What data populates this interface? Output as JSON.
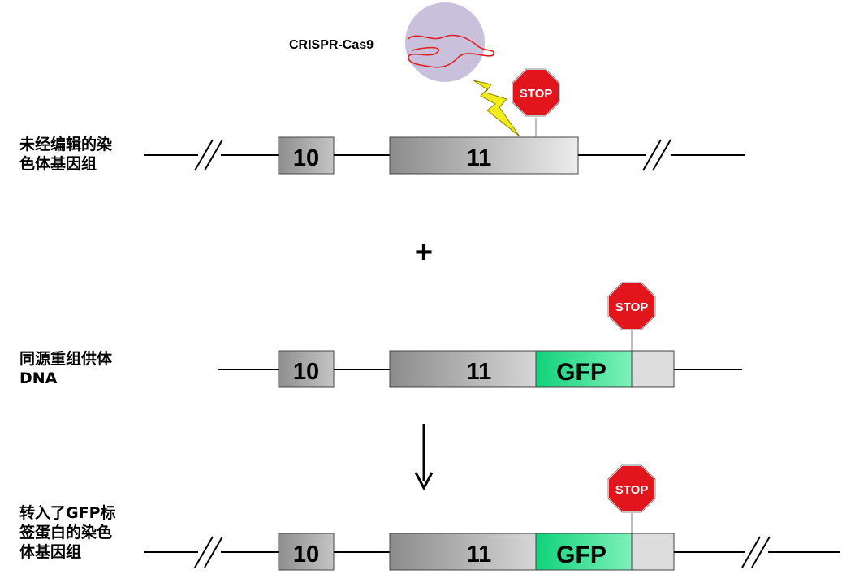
{
  "labels": {
    "unedited": "未经编辑的染\n色体基因组",
    "donor": "同源重组供体\nDNA",
    "tagged": "转入了GFP标\n签蛋白的染色\n体基因组"
  },
  "crispr": {
    "label": "CRISPR-Cas9"
  },
  "exons": {
    "exon10": "10",
    "exon11": "11",
    "gfp": "GFP"
  },
  "stop_sign": "STOP",
  "operators": {
    "plus": "+"
  },
  "colors": {
    "crispr_circle": "#c9c0dc",
    "rna": "#e0201e",
    "bolt": "#f2ec1a",
    "stop_red": "#e2141c",
    "gfp_green": "#1fe08a"
  }
}
